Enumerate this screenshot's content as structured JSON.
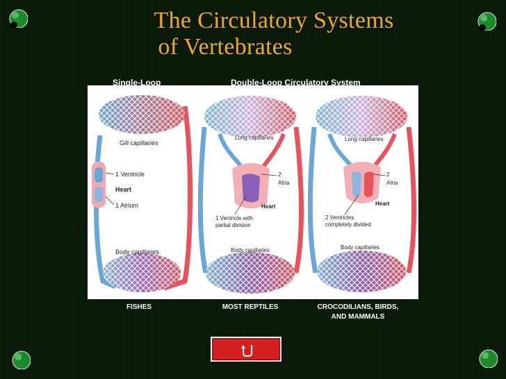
{
  "slide": {
    "title_line1": "The Circulatory Systems",
    "title_line2": "of Vertebrates"
  },
  "headers": {
    "single_loop": "Single-Loop",
    "double_loop": "Double-Loop Circulatory System"
  },
  "diagram": {
    "fish": {
      "gill_capillaries": "Gill capillaries",
      "ventricle": "1 Ventricle",
      "heart": "Heart",
      "atrium": "1 Atrium",
      "body_capillaries": "Body capillaries"
    },
    "reptile": {
      "lung_capillaries": "Lung capillaries",
      "atria_num": "2",
      "atria": "Atria",
      "heart": "Heart",
      "ventricle_line1": "1 Ventricle with",
      "ventricle_line2": "partial division",
      "body_capillaries": "Body capillaries"
    },
    "mammal": {
      "lung_capillaries": "Lung capillaries",
      "atria_num": "2",
      "atria": "Atria",
      "heart": "Heart",
      "ventricle_line1": "2 Ventricles",
      "ventricle_line2": "completely divided",
      "body_capillaries": "Body capillaries"
    }
  },
  "captions": {
    "fishes": "FISHES",
    "reptiles": "MOST REPTILES",
    "birds_line1": "CROCODILIANS, BIRDS,",
    "birds_line2": "AND MAMMALS"
  },
  "nav": {
    "icon": "u-turn-arrow-icon"
  },
  "colors": {
    "title": "#f0a828",
    "button": "#d42020",
    "artery": "#e8525a",
    "vein": "#6aa6d8",
    "mixed": "#8a5fb8"
  }
}
